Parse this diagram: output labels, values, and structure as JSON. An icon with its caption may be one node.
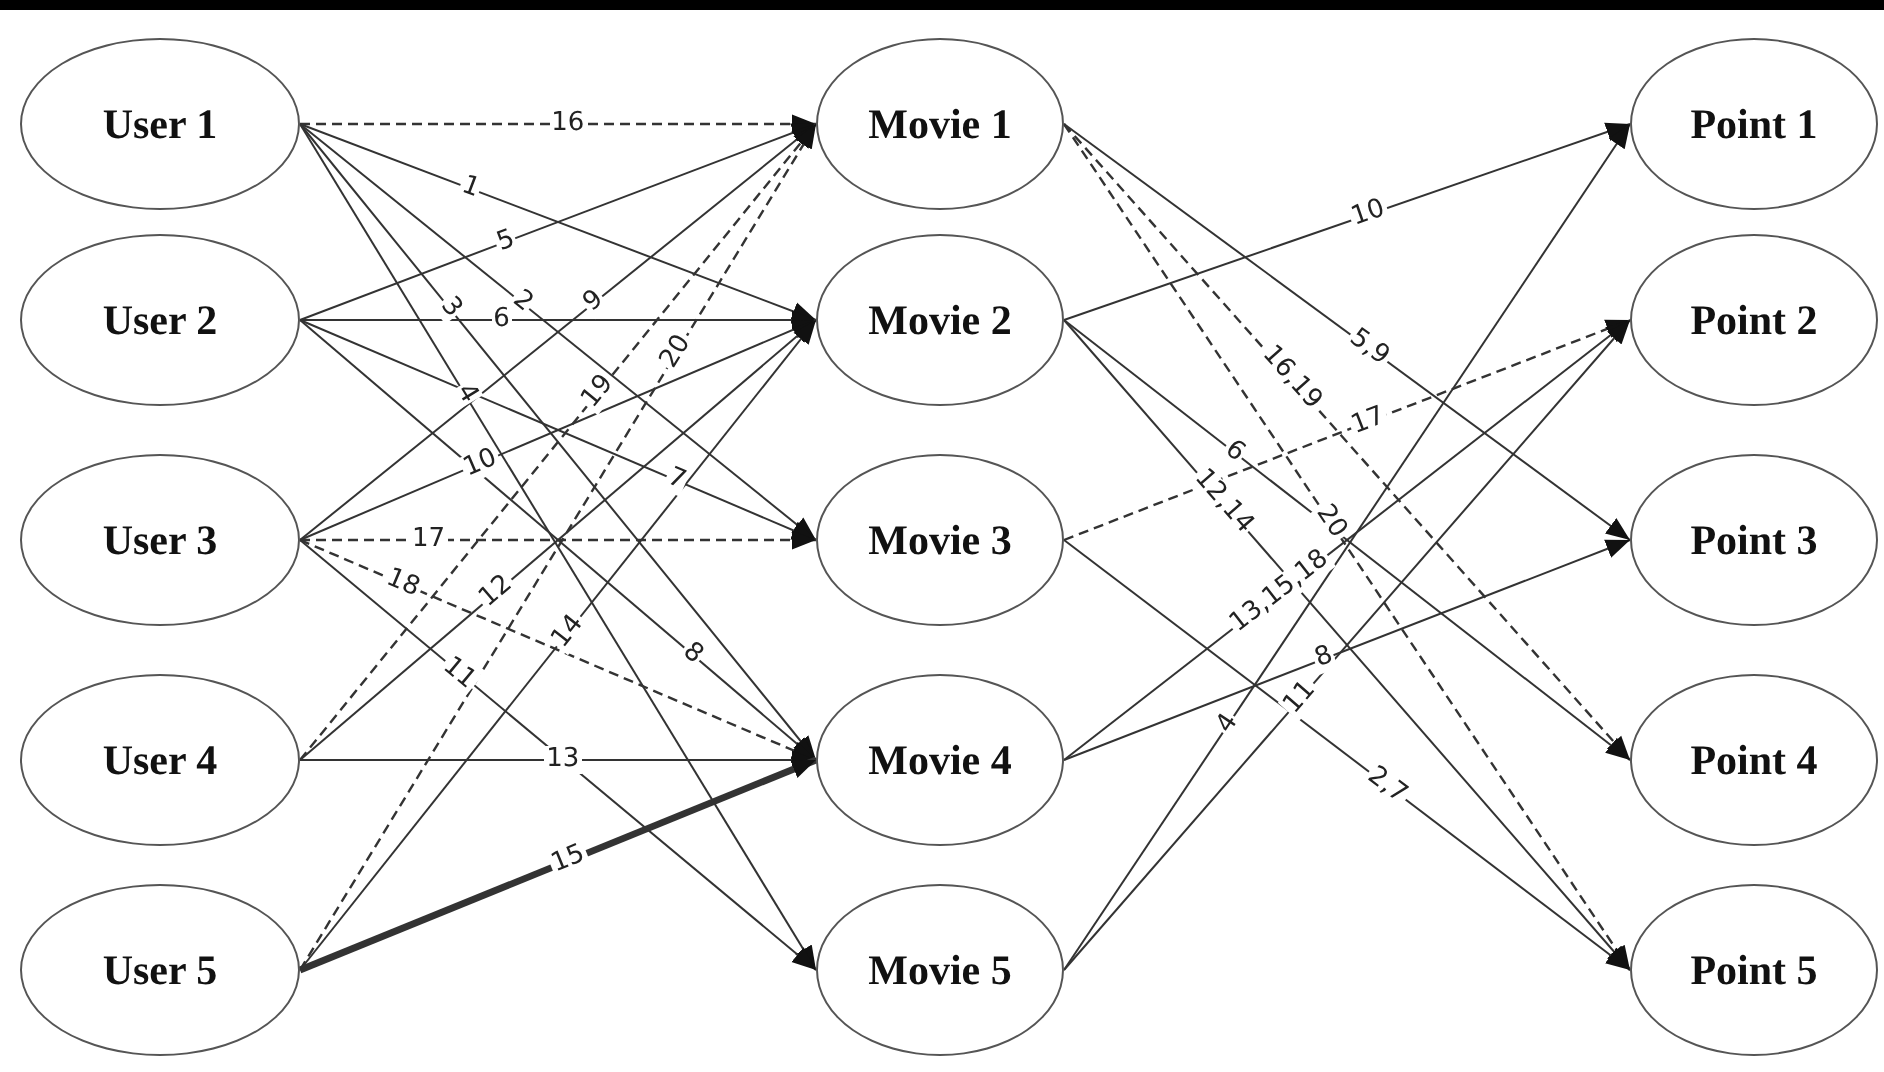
{
  "diagram": {
    "nodes": [
      {
        "text": [
          "User 1"
        ]
      },
      {
        "text": [
          "User 2"
        ]
      },
      {
        "text": [
          "User 3"
        ]
      },
      {
        "text": [
          "User 4"
        ]
      },
      {
        "text": [
          "User 5"
        ]
      },
      {
        "text": [
          "Movie 1"
        ]
      },
      {
        "text": [
          "Movie 2"
        ]
      },
      {
        "text": [
          "Movie 3"
        ]
      },
      {
        "text": [
          "Movie 4"
        ]
      },
      {
        "text": [
          "Movie 5"
        ]
      },
      {
        "text": [
          "Point 1"
        ]
      },
      {
        "text": [
          "Point 2"
        ]
      },
      {
        "text": [
          "Point 3"
        ]
      },
      {
        "text": [
          "Point 4"
        ]
      },
      {
        "text": [
          "Point 5"
        ]
      }
    ],
    "edges": [
      {
        "from": 0,
        "to": 5,
        "arrow": "to",
        "label": "16",
        "style": "dashed"
      },
      {
        "from": 0,
        "to": 6,
        "arrow": "to",
        "label": "1"
      },
      {
        "from": 0,
        "to": 7,
        "arrow": "to",
        "label": "2"
      },
      {
        "from": 0,
        "to": 8,
        "arrow": "to",
        "label": "3"
      },
      {
        "from": 0,
        "to": 9,
        "arrow": "to",
        "label": "4"
      },
      {
        "from": 1,
        "to": 5,
        "arrow": "to",
        "label": "5"
      },
      {
        "from": 1,
        "to": 6,
        "arrow": "to",
        "label": "6"
      },
      {
        "from": 1,
        "to": 7,
        "arrow": "to",
        "label": "7"
      },
      {
        "from": 1,
        "to": 8,
        "arrow": "to",
        "label": "8"
      },
      {
        "from": 2,
        "to": 5,
        "arrow": "to",
        "label": "9"
      },
      {
        "from": 2,
        "to": 6,
        "arrow": "to",
        "label": "10"
      },
      {
        "from": 2,
        "to": 7,
        "arrow": "to",
        "label": "17",
        "style": "dashed"
      },
      {
        "from": 2,
        "to": 8,
        "arrow": "to",
        "label": "18",
        "style": "dashed"
      },
      {
        "from": 2,
        "to": 9,
        "arrow": "to",
        "label": "11"
      },
      {
        "from": 3,
        "to": 5,
        "arrow": "to",
        "label": "19",
        "style": "dashed"
      },
      {
        "from": 3,
        "to": 6,
        "arrow": "to",
        "label": "12"
      },
      {
        "from": 3,
        "to": 8,
        "arrow": "to",
        "label": "13"
      },
      {
        "from": 4,
        "to": 5,
        "arrow": "to",
        "label": "20",
        "style": "dashed"
      },
      {
        "from": 4,
        "to": 6,
        "arrow": "to",
        "label": "14"
      },
      {
        "from": 4,
        "to": 8,
        "arrow": "to",
        "label": "15",
        "style": "thick"
      },
      {
        "from": 5,
        "to": 12,
        "arrow": "to",
        "label": "5,9"
      },
      {
        "from": 5,
        "to": 13,
        "arrow": "to",
        "label": "16,19",
        "style": "dashed"
      },
      {
        "from": 5,
        "to": 14,
        "arrow": "to",
        "label": "20",
        "style": "dashed"
      },
      {
        "from": 6,
        "to": 10,
        "arrow": "to",
        "label": "10"
      },
      {
        "from": 6,
        "to": 13,
        "arrow": "to",
        "label": "6"
      },
      {
        "from": 6,
        "to": 14,
        "arrow": "to",
        "label": "12,14"
      },
      {
        "from": 7,
        "to": 11,
        "arrow": "to",
        "label": "17",
        "style": "dashed"
      },
      {
        "from": 7,
        "to": 14,
        "arrow": "to",
        "label": "2,7"
      },
      {
        "from": 8,
        "to": 11,
        "arrow": "to",
        "label": "13,15,18"
      },
      {
        "from": 8,
        "to": 12,
        "arrow": "to",
        "label": "8"
      },
      {
        "from": 9,
        "to": 10,
        "arrow": "to",
        "label": "4"
      },
      {
        "from": 9,
        "to": 11,
        "arrow": "to",
        "label": "11"
      }
    ]
  }
}
